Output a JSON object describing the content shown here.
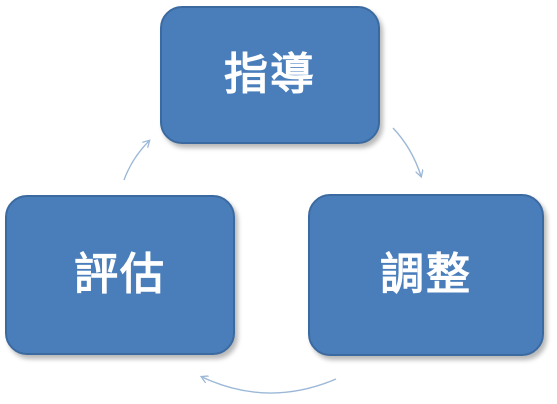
{
  "diagram": {
    "nodes": [
      {
        "id": "top",
        "label": "指導"
      },
      {
        "id": "right",
        "label": "調整"
      },
      {
        "id": "left",
        "label": "評估"
      }
    ],
    "cycle": [
      "指導",
      "調整",
      "評估"
    ],
    "colors": {
      "node_fill": "#4a7ebb",
      "node_border": "#3b6aa0",
      "label": "#ffffff",
      "arrow": "#9cb8d8"
    }
  }
}
